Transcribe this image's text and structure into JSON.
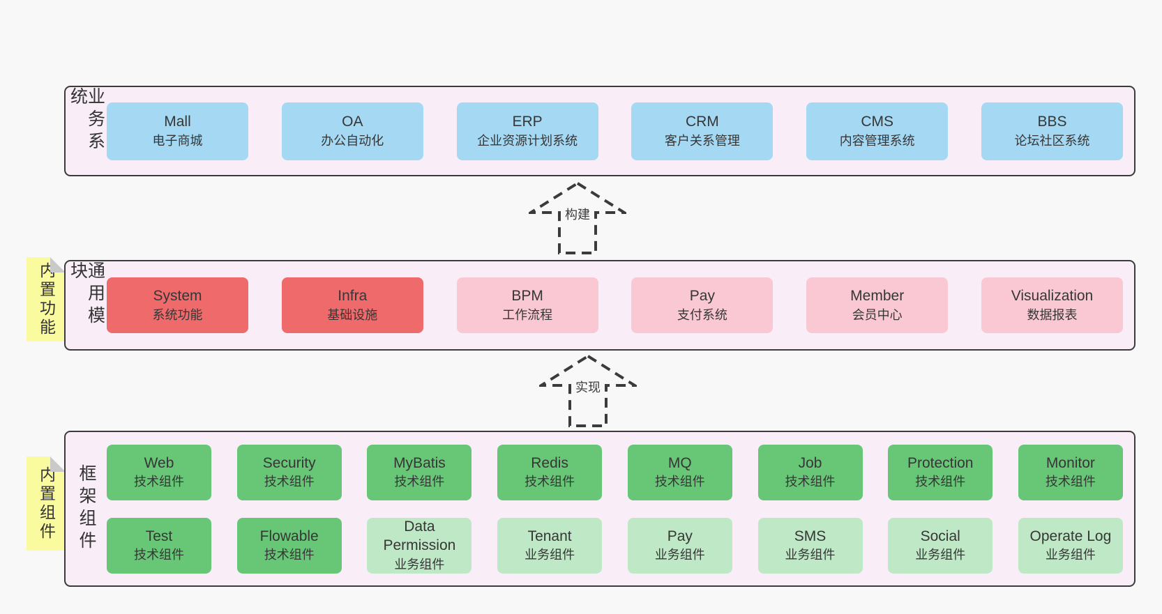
{
  "colors": {
    "page_bg": "#f8f8f8",
    "container_bg": "#f9eef7",
    "container_border": "#3b3b3b",
    "box_blue": "#a5d8f3",
    "box_red": "#ee6a6b",
    "box_pink": "#f9c8d3",
    "box_green": "#68c677",
    "box_lightgreen": "#bee8c6",
    "note_yellow": "#fafb9e",
    "note_fold_gray": "#c9c9c9",
    "text": "#363636"
  },
  "arrows": [
    {
      "label": "构建"
    },
    {
      "label": "实现"
    }
  ],
  "notes": [
    {
      "text": "内置功能"
    },
    {
      "text": "内置组件"
    }
  ],
  "sections": {
    "business": {
      "label": "业务系统",
      "boxes": [
        {
          "en": "Mall",
          "zh": "电子商城",
          "variant": "blue"
        },
        {
          "en": "OA",
          "zh": "办公自动化",
          "variant": "blue"
        },
        {
          "en": "ERP",
          "zh": "企业资源计划系统",
          "variant": "blue"
        },
        {
          "en": "CRM",
          "zh": "客户关系管理",
          "variant": "blue"
        },
        {
          "en": "CMS",
          "zh": "内容管理系统",
          "variant": "blue"
        },
        {
          "en": "BBS",
          "zh": "论坛社区系统",
          "variant": "blue"
        }
      ]
    },
    "modules": {
      "label": "通用模块",
      "boxes": [
        {
          "en": "System",
          "zh": "系统功能",
          "variant": "red"
        },
        {
          "en": "Infra",
          "zh": "基础设施",
          "variant": "red"
        },
        {
          "en": "BPM",
          "zh": "工作流程",
          "variant": "pink"
        },
        {
          "en": "Pay",
          "zh": "支付系统",
          "variant": "pink"
        },
        {
          "en": "Member",
          "zh": "会员中心",
          "variant": "pink"
        },
        {
          "en": "Visualization",
          "zh": "数据报表",
          "variant": "pink"
        }
      ]
    },
    "framework": {
      "label": "框架组件",
      "rows": [
        [
          {
            "en": "Web",
            "zh": "技术组件",
            "variant": "green"
          },
          {
            "en": "Security",
            "zh": "技术组件",
            "variant": "green"
          },
          {
            "en": "MyBatis",
            "zh": "技术组件",
            "variant": "green"
          },
          {
            "en": "Redis",
            "zh": "技术组件",
            "variant": "green"
          },
          {
            "en": "MQ",
            "zh": "技术组件",
            "variant": "green"
          },
          {
            "en": "Job",
            "zh": "技术组件",
            "variant": "green"
          },
          {
            "en": "Protection",
            "zh": "技术组件",
            "variant": "green"
          },
          {
            "en": "Monitor",
            "zh": "技术组件",
            "variant": "green"
          }
        ],
        [
          {
            "en": "Test",
            "zh": "技术组件",
            "variant": "green"
          },
          {
            "en": "Flowable",
            "zh": "技术组件",
            "variant": "green"
          },
          {
            "en": "Data Permission",
            "zh": "业务组件",
            "variant": "lightgreen"
          },
          {
            "en": "Tenant",
            "zh": "业务组件",
            "variant": "lightgreen"
          },
          {
            "en": "Pay",
            "zh": "业务组件",
            "variant": "lightgreen"
          },
          {
            "en": "SMS",
            "zh": "业务组件",
            "variant": "lightgreen"
          },
          {
            "en": "Social",
            "zh": "业务组件",
            "variant": "lightgreen"
          },
          {
            "en": "Operate Log",
            "zh": "业务组件",
            "variant": "lightgreen"
          }
        ]
      ]
    }
  }
}
